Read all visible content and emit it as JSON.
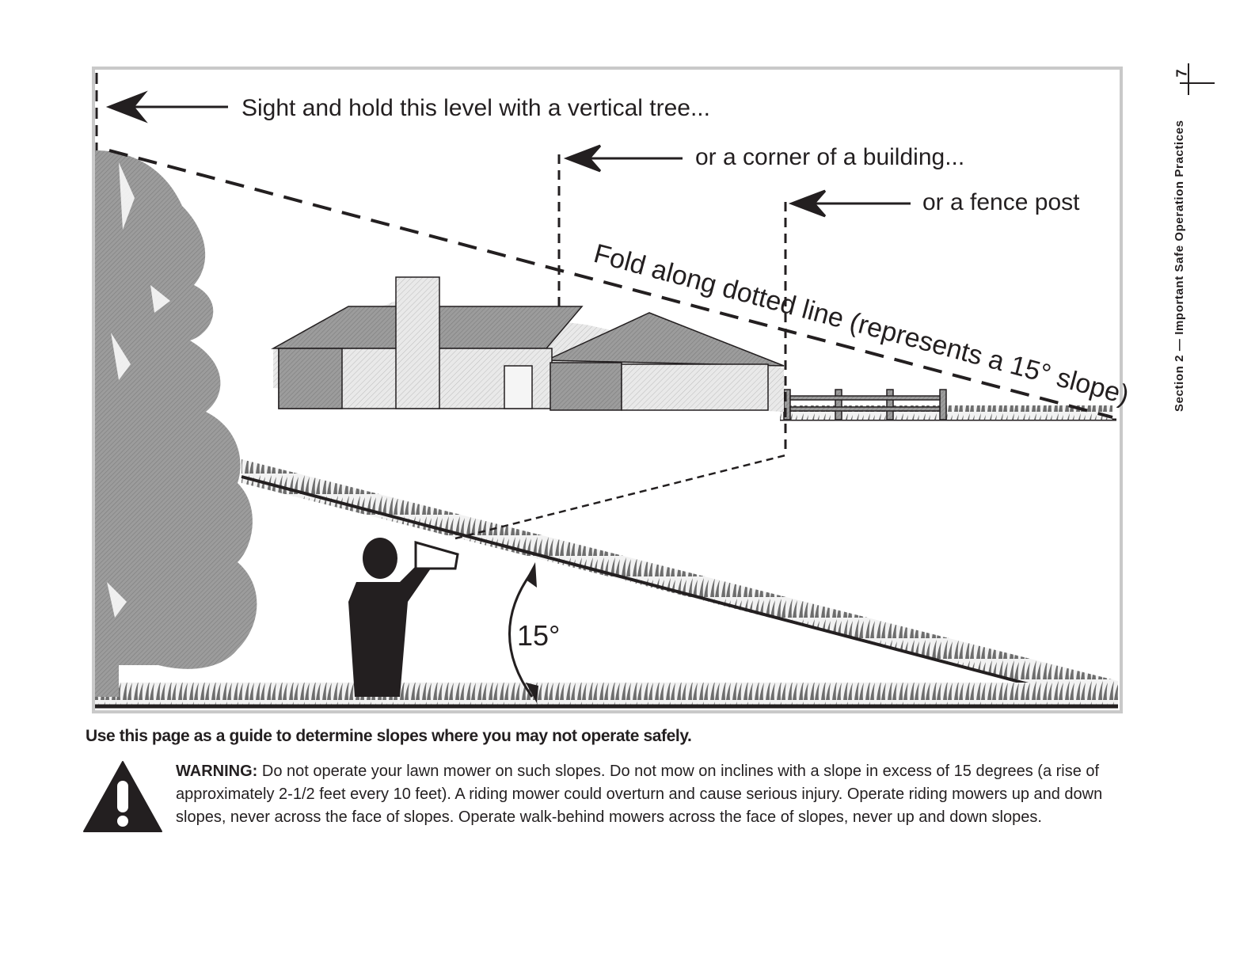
{
  "header": {
    "page_number": "7",
    "section_title": "Section 2 — Important Safe Operation Practices"
  },
  "figure": {
    "label_tree": "Sight and hold this level with a vertical tree...",
    "label_building": "or a corner of a building...",
    "label_fence": "or a fence post",
    "fold_label": "Fold along dotted line (represents a 15° slope)",
    "angle_label": "15°"
  },
  "caption": "Use this page as a guide to determine slopes where you may not operate safely.",
  "warning": {
    "icon": "warning-triangle-icon",
    "label": "WARNING:",
    "text": "Do not operate your lawn mower on such slopes. Do not mow on inclines with a slope in excess of 15 degrees (a rise of approximately 2-1/2 feet every 10 feet). A riding mower could overturn and cause serious injury. Operate riding mowers up and down slopes, never across the face of slopes. Operate walk-behind mowers across the face of slopes, never up and down slopes."
  },
  "colors": {
    "ink": "#231f20",
    "frame": "#c9c9c9",
    "fill_light": "#e6e6e6",
    "fill_mid": "#9a9a9a"
  }
}
